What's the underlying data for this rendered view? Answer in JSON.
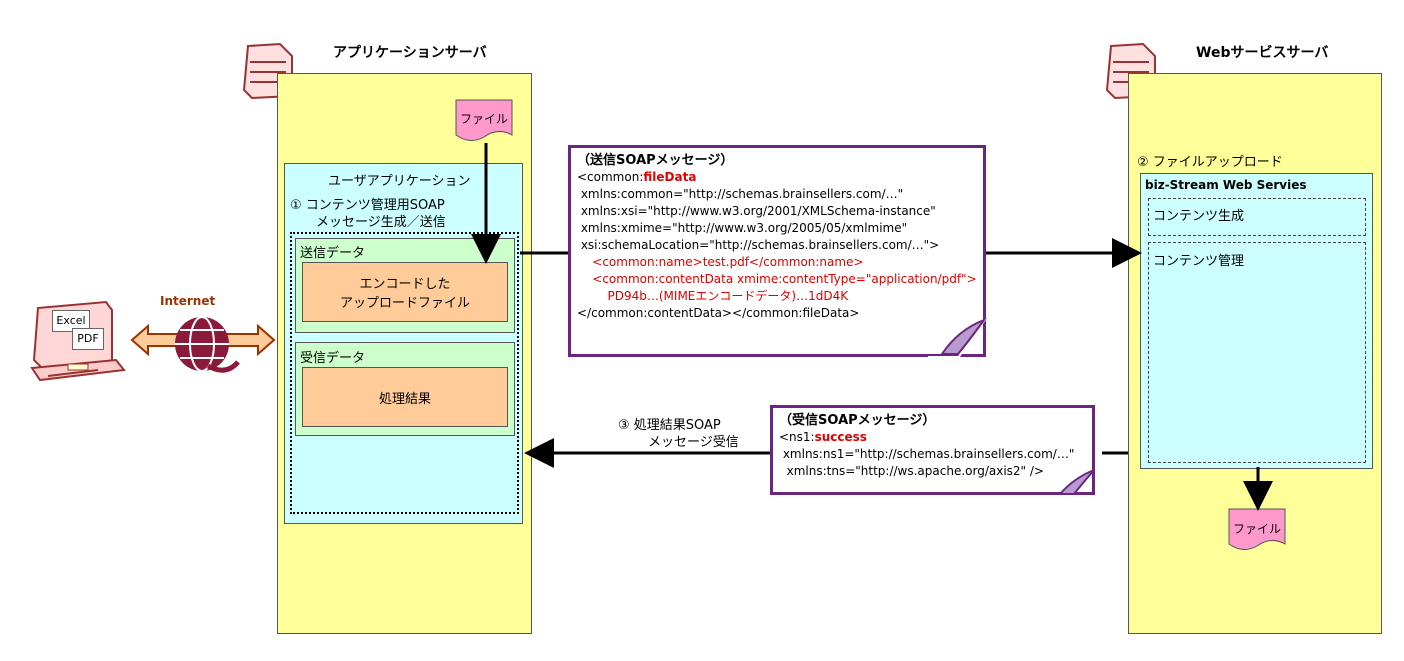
{
  "app_server": {
    "title": "アプリケーションサーバ",
    "user_app": "ユーザアプリケーション",
    "step1_line1": "① コンテンツ管理用SOAP",
    "step1_line2": "メッセージ生成／送信",
    "file_label": "ファイル",
    "send_data": {
      "title": "送信データ",
      "content_line1": "エンコードした",
      "content_line2": "アップロードファイル"
    },
    "recv_data": {
      "title": "受信データ",
      "content": "処理結果"
    }
  },
  "web_server": {
    "title": "Webサービスサーバ",
    "step2": "② ファイルアップロード",
    "panel_title": "biz-Stream Web Servies",
    "content_create": "コンテンツ生成",
    "content_manage": "コンテンツ管理",
    "file_label": "ファイル"
  },
  "client": {
    "excel_label": "Excel",
    "pdf_label": "PDF",
    "internet_label": "Internet"
  },
  "send_message": {
    "header": "（送信SOAPメッセージ）",
    "l1_prefix": "<common:",
    "l1_bold": "fileData",
    "l2": " xmlns:common=\"http://schemas.brainsellers.com/…\"",
    "l3": " xmlns:xsi=\"http://www.w3.org/2001/XMLSchema-instance\"",
    "l4": " xmlns:xmime=\"http://www.w3.org/2005/05/xmlmime\"",
    "l5": " xsi:schemaLocation=\"http://schemas.brainsellers.com/…\">",
    "l6": "    <common:name>test.pdf</common:name>",
    "l7": "    <common:contentData xmime:contentType=\"application/pdf\">",
    "l8": "        PD94b…(MIMEエンコードデータ)…1dD4K",
    "l9": "</common:contentData></common:fileData>"
  },
  "recv_message": {
    "header": "（受信SOAPメッセージ）",
    "l1_prefix": "<ns1:",
    "l1_bold": "success",
    "l2": " xmlns:ns1=\"http://schemas.brainsellers.com/…\"",
    "l3": "  xmlns:tns=\"http://ws.apache.org/axis2\" />"
  },
  "step3": {
    "line1": "③ 処理結果SOAP",
    "line2": "メッセージ受信"
  },
  "colors": {
    "server_panel": "#ffff99",
    "app_panel": "#ccffff",
    "data_panel": "#ccffcc",
    "content_box": "#ffcc99",
    "file_doc": "#ff99cc",
    "message_border": "#6b2580",
    "highlight_text": "#e00000"
  }
}
